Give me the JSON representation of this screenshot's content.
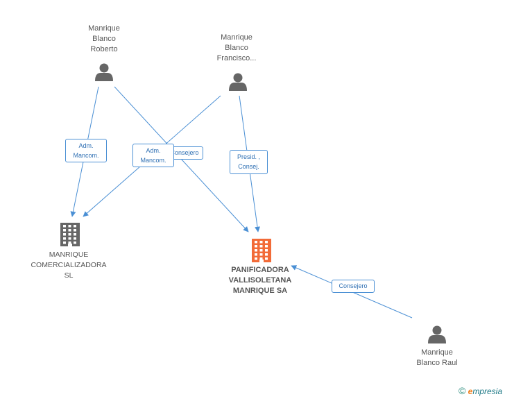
{
  "persons": [
    {
      "id": "roberto",
      "lines": [
        "Manrique",
        "Blanco",
        "Roberto"
      ]
    },
    {
      "id": "francisco",
      "lines": [
        "Manrique",
        "Blanco",
        "Francisco..."
      ]
    },
    {
      "id": "raul",
      "lines": [
        "Manrique",
        "Blanco Raul"
      ]
    }
  ],
  "companies": [
    {
      "id": "comercializadora",
      "lines": [
        "MANRIQUE",
        "COMERCIALIZADORA",
        "SL"
      ],
      "highlight": false
    },
    {
      "id": "panificadora",
      "lines": [
        "PANIFICADORA",
        "VALLISOLETANA",
        "MANRIQUE SA"
      ],
      "highlight": true
    }
  ],
  "edges": [
    {
      "from": "roberto",
      "to": "comercializadora",
      "label": [
        "Adm.",
        "Mancom."
      ]
    },
    {
      "from": "roberto",
      "to": "panificadora",
      "label": [
        "Consejero"
      ]
    },
    {
      "from": "francisco",
      "to": "comercializadora",
      "label": [
        "Adm.",
        "Mancom."
      ]
    },
    {
      "from": "francisco",
      "to": "panificadora",
      "label": [
        "Presid. ,",
        "Consej."
      ]
    },
    {
      "from": "raul",
      "to": "panificadora",
      "label": [
        "Consejero"
      ]
    }
  ],
  "colors": {
    "person_icon": "#666666",
    "company_icon": "#666666",
    "company_highlight": "#f26b38",
    "edge": "#4a8fd4",
    "label_text": "#555555"
  },
  "brand": {
    "copyright": "©",
    "first_letter": "e",
    "rest": "mpresia"
  }
}
